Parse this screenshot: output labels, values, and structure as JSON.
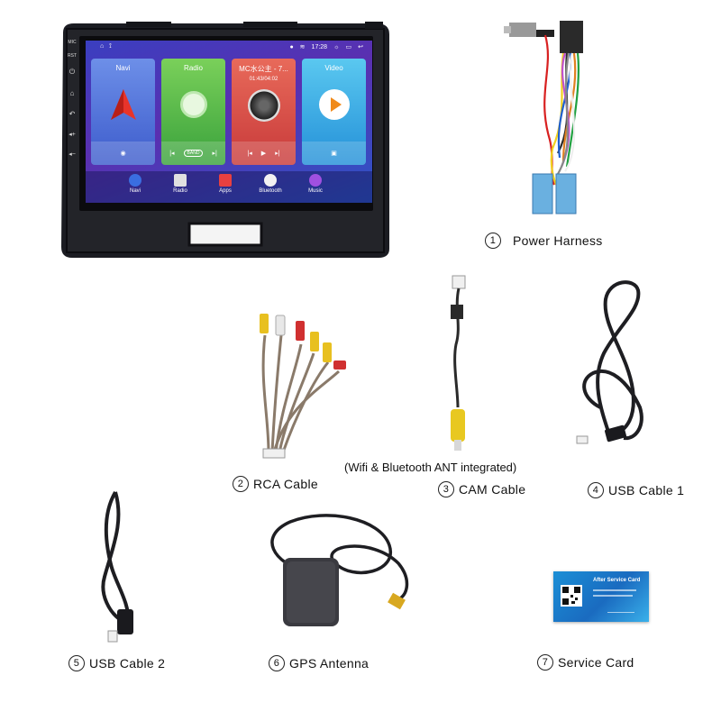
{
  "head_unit": {
    "status": {
      "time": "17:28"
    },
    "cards": [
      {
        "title": "Navi",
        "color": "#4a6ed8"
      },
      {
        "title": "Radio",
        "color": "#46b64a",
        "band": "BAND"
      },
      {
        "title": "MC水公主 - 7...",
        "subtitle": "01:43/04:02",
        "color": "#d64a4a"
      },
      {
        "title": "Video",
        "color": "#2aa8e8"
      }
    ],
    "dock": [
      "Navi",
      "Radio",
      "Apps",
      "Bluetooth",
      "Music"
    ],
    "side_labels": [
      "MIC",
      "RST"
    ]
  },
  "items": [
    {
      "num": "1",
      "label": "Power Harness"
    },
    {
      "num": "2",
      "label": "RCA Cable"
    },
    {
      "num": "3",
      "label": "CAM Cable"
    },
    {
      "num": "4",
      "label": "USB Cable 1"
    },
    {
      "num": "5",
      "label": "USB Cable 2"
    },
    {
      "num": "6",
      "label": "GPS Antenna"
    },
    {
      "num": "7",
      "label": "Service Card"
    }
  ],
  "notes": {
    "cam_cable": "(Wifi & Bluetooth ANT integrated)"
  },
  "service_card": {
    "heading": "After Service Card"
  }
}
